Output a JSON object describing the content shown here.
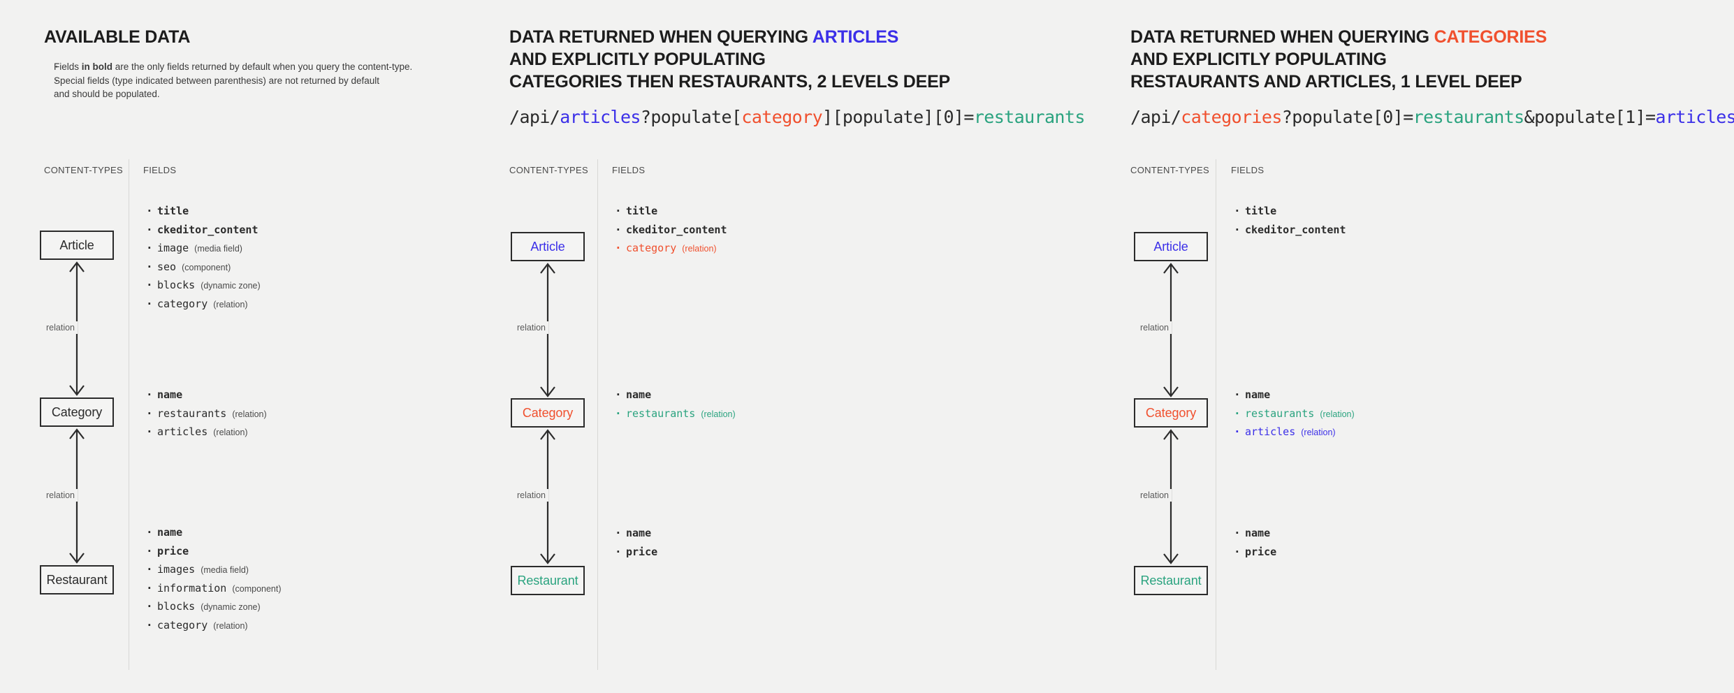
{
  "colors": {
    "blue": "#3b2fe8",
    "red": "#f0502e",
    "teal": "#2aa37f",
    "ink": "#2b2b2b",
    "background": "#f2f2f1"
  },
  "panel1": {
    "heading": "AVAILABLE DATA",
    "notes": [
      "Fields in bold are the only fields returned by default when you query the content-type.",
      "Special fields (type indicated between parenthesis) are not returned by default and should be populated."
    ],
    "note_bold_fragment": "in bold",
    "col_contenttypes": "CONTENT-TYPES",
    "col_fields": "FIELDS",
    "relation_label": "relation",
    "nodes": [
      {
        "name": "Article",
        "color": "ink",
        "fields": [
          {
            "name": "title",
            "type": "",
            "bold": true,
            "color": "ink"
          },
          {
            "name": "ckeditor_content",
            "type": "",
            "bold": true,
            "color": "ink"
          },
          {
            "name": "image",
            "type": "(media field)",
            "bold": false,
            "color": "ink"
          },
          {
            "name": "seo",
            "type": "(component)",
            "bold": false,
            "color": "ink"
          },
          {
            "name": "blocks",
            "type": "(dynamic zone)",
            "bold": false,
            "color": "ink"
          },
          {
            "name": "category",
            "type": "(relation)",
            "bold": false,
            "color": "ink"
          }
        ]
      },
      {
        "name": "Category",
        "color": "ink",
        "fields": [
          {
            "name": "name",
            "type": "",
            "bold": true,
            "color": "ink"
          },
          {
            "name": "restaurants",
            "type": "(relation)",
            "bold": false,
            "color": "ink"
          },
          {
            "name": "articles",
            "type": "(relation)",
            "bold": false,
            "color": "ink"
          }
        ]
      },
      {
        "name": "Restaurant",
        "color": "ink",
        "fields": [
          {
            "name": "name",
            "type": "",
            "bold": true,
            "color": "ink"
          },
          {
            "name": "price",
            "type": "",
            "bold": true,
            "color": "ink"
          },
          {
            "name": "images",
            "type": "(media field)",
            "bold": false,
            "color": "ink"
          },
          {
            "name": "information",
            "type": "(component)",
            "bold": false,
            "color": "ink"
          },
          {
            "name": "blocks",
            "type": "(dynamic zone)",
            "bold": false,
            "color": "ink"
          },
          {
            "name": "category",
            "type": "(relation)",
            "bold": false,
            "color": "ink"
          }
        ]
      }
    ]
  },
  "panel2": {
    "heading_line1_prefix": "DATA RETURNED WHEN QUERYING ",
    "heading_line1_accent": "ARTICLES",
    "heading_line1_accent_color": "blue",
    "heading_line2": "AND EXPLICITLY POPULATING",
    "heading_line3": "CATEGORIES THEN RESTAURANTS, 2 LEVELS DEEP",
    "url_parts": [
      {
        "text": "/api/",
        "color": "ink"
      },
      {
        "text": "articles",
        "color": "blue"
      },
      {
        "text": "?populate[",
        "color": "ink"
      },
      {
        "text": "category",
        "color": "red"
      },
      {
        "text": "][populate][0]=",
        "color": "ink"
      },
      {
        "text": "restaurants",
        "color": "teal"
      }
    ],
    "col_contenttypes": "CONTENT-TYPES",
    "col_fields": "FIELDS",
    "relation_label": "relation",
    "nodes": [
      {
        "name": "Article",
        "color": "blue",
        "fields": [
          {
            "name": "title",
            "type": "",
            "bold": true,
            "color": "ink"
          },
          {
            "name": "ckeditor_content",
            "type": "",
            "bold": true,
            "color": "ink"
          },
          {
            "name": "category",
            "type": "(relation)",
            "bold": false,
            "color": "red"
          }
        ]
      },
      {
        "name": "Category",
        "color": "red",
        "fields": [
          {
            "name": "name",
            "type": "",
            "bold": true,
            "color": "ink"
          },
          {
            "name": "restaurants",
            "type": "(relation)",
            "bold": false,
            "color": "teal"
          }
        ]
      },
      {
        "name": "Restaurant",
        "color": "teal",
        "fields": [
          {
            "name": "name",
            "type": "",
            "bold": true,
            "color": "ink"
          },
          {
            "name": "price",
            "type": "",
            "bold": true,
            "color": "ink"
          }
        ]
      }
    ]
  },
  "panel3": {
    "heading_line1_prefix": "DATA RETURNED WHEN QUERYING ",
    "heading_line1_accent": "CATEGORIES",
    "heading_line1_accent_color": "red",
    "heading_line2": "AND EXPLICITLY POPULATING",
    "heading_line3": "RESTAURANTS AND ARTICLES, 1 LEVEL DEEP",
    "url_parts": [
      {
        "text": "/api/",
        "color": "ink"
      },
      {
        "text": "categories",
        "color": "red"
      },
      {
        "text": "?populate[0]=",
        "color": "ink"
      },
      {
        "text": "restaurants",
        "color": "teal"
      },
      {
        "text": "&populate[1]=",
        "color": "ink"
      },
      {
        "text": "articles",
        "color": "blue"
      }
    ],
    "col_contenttypes": "CONTENT-TYPES",
    "col_fields": "FIELDS",
    "relation_label": "relation",
    "nodes": [
      {
        "name": "Article",
        "color": "blue",
        "fields": [
          {
            "name": "title",
            "type": "",
            "bold": true,
            "color": "ink"
          },
          {
            "name": "ckeditor_content",
            "type": "",
            "bold": true,
            "color": "ink"
          }
        ]
      },
      {
        "name": "Category",
        "color": "red",
        "fields": [
          {
            "name": "name",
            "type": "",
            "bold": true,
            "color": "ink"
          },
          {
            "name": "restaurants",
            "type": "(relation)",
            "bold": false,
            "color": "teal"
          },
          {
            "name": "articles",
            "type": "(relation)",
            "bold": false,
            "color": "blue"
          }
        ]
      },
      {
        "name": "Restaurant",
        "color": "teal",
        "fields": [
          {
            "name": "name",
            "type": "",
            "bold": true,
            "color": "ink"
          },
          {
            "name": "price",
            "type": "",
            "bold": true,
            "color": "ink"
          }
        ]
      }
    ]
  }
}
